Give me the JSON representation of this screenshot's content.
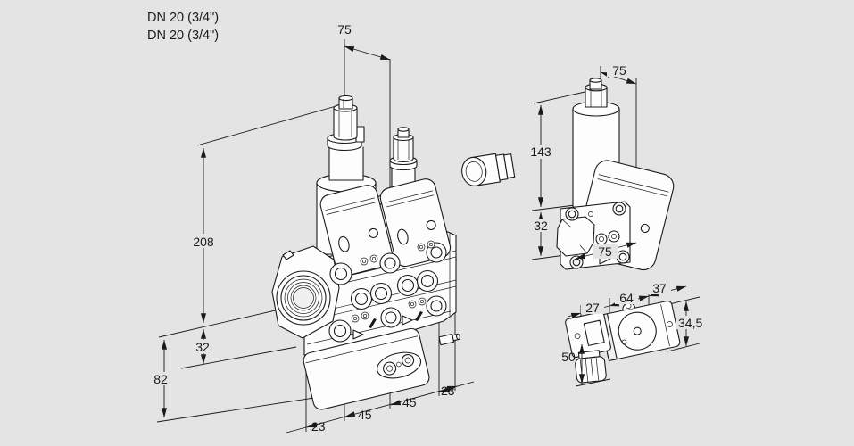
{
  "colors": {
    "background": "#e4e4e4",
    "line": "#1a1a1a"
  },
  "labels": {
    "dn_line1": "DN 20 (3/4\")",
    "dn_line2": "DN 20 (3/4\")"
  },
  "main_view": {
    "description": "isometric view of double solenoid valve",
    "dim_top_width": "75",
    "dim_height": "208",
    "dim_port_to_bottom": "32",
    "dim_lower_height": "82",
    "dim_chain": [
      "23",
      "45",
      "45",
      "23"
    ]
  },
  "side_view": {
    "description": "side view of single valve",
    "dim_top_width": "75",
    "dim_height": "143",
    "dim_port_height": "32",
    "dim_width": "75"
  },
  "detail_view": {
    "description": "solenoid with cable connector",
    "dim_connector_width": "27",
    "dim_body_length": "64",
    "dim_top_width": "37",
    "dim_height": "34,5",
    "dim_total_height": "50"
  }
}
